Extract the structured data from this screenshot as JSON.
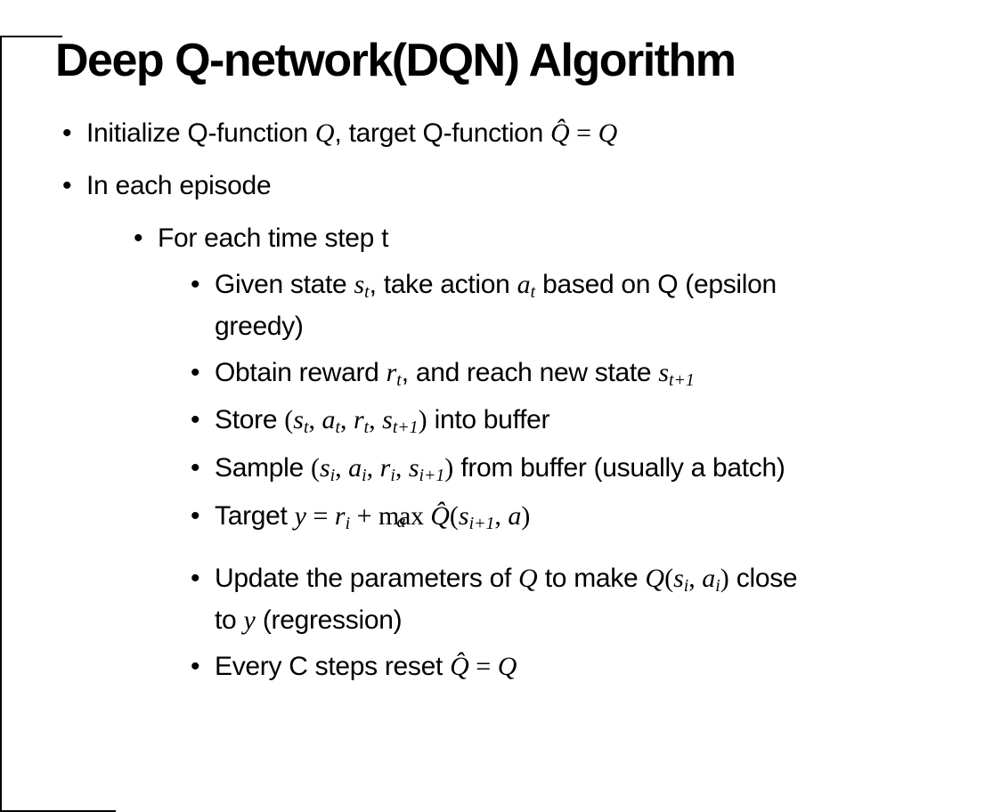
{
  "colors": {
    "background": "#ffffff",
    "text": "#000000",
    "border": "#000000"
  },
  "slide": {
    "title": "Deep Q-network(DQN) Algorithm",
    "bullets": [
      {
        "level": 1,
        "extra_gap": false,
        "segments": [
          {
            "s": "p",
            "t": "Initialize Q-function "
          },
          {
            "s": "m",
            "t": "Q"
          },
          {
            "s": "p",
            "t": ", target Q-function "
          },
          {
            "s": "m",
            "t": "Q̂"
          },
          {
            "s": "mr",
            "t": " = "
          },
          {
            "s": "m",
            "t": "Q"
          }
        ]
      },
      {
        "level": 1,
        "extra_gap": false,
        "segments": [
          {
            "s": "p",
            "t": "In each episode"
          }
        ]
      },
      {
        "level": 2,
        "extra_gap": false,
        "segments": [
          {
            "s": "p",
            "t": "For each time step t"
          }
        ]
      },
      {
        "level": 3,
        "extra_gap": false,
        "segments": [
          {
            "s": "p",
            "t": "Given state "
          },
          {
            "s": "m",
            "t": "s"
          },
          {
            "s": "ms",
            "t": "t"
          },
          {
            "s": "p",
            "t": ", take action "
          },
          {
            "s": "m",
            "t": "a"
          },
          {
            "s": "ms",
            "t": "t"
          },
          {
            "s": "p",
            "t": " based on Q (epsilon"
          },
          {
            "s": "br",
            "t": ""
          },
          {
            "s": "p",
            "t": "greedy)"
          }
        ]
      },
      {
        "level": 3,
        "extra_gap": false,
        "segments": [
          {
            "s": "p",
            "t": "Obtain reward "
          },
          {
            "s": "m",
            "t": "r"
          },
          {
            "s": "ms",
            "t": "t"
          },
          {
            "s": "p",
            "t": ", and reach new state "
          },
          {
            "s": "m",
            "t": "s"
          },
          {
            "s": "ms",
            "t": "t+1"
          }
        ]
      },
      {
        "level": 3,
        "extra_gap": false,
        "segments": [
          {
            "s": "p",
            "t": "Store "
          },
          {
            "s": "mr",
            "t": "("
          },
          {
            "s": "m",
            "t": "s"
          },
          {
            "s": "ms",
            "t": "t"
          },
          {
            "s": "mr",
            "t": ", "
          },
          {
            "s": "m",
            "t": "a"
          },
          {
            "s": "ms",
            "t": "t"
          },
          {
            "s": "mr",
            "t": ", "
          },
          {
            "s": "m",
            "t": "r"
          },
          {
            "s": "ms",
            "t": "t"
          },
          {
            "s": "mr",
            "t": ", "
          },
          {
            "s": "m",
            "t": "s"
          },
          {
            "s": "ms",
            "t": "t+1"
          },
          {
            "s": "mr",
            "t": ")"
          },
          {
            "s": "p",
            "t": " into buffer"
          }
        ]
      },
      {
        "level": 3,
        "extra_gap": false,
        "segments": [
          {
            "s": "p",
            "t": "Sample "
          },
          {
            "s": "mr",
            "t": "("
          },
          {
            "s": "m",
            "t": "s"
          },
          {
            "s": "ms",
            "t": "i"
          },
          {
            "s": "mr",
            "t": ", "
          },
          {
            "s": "m",
            "t": "a"
          },
          {
            "s": "ms",
            "t": "i"
          },
          {
            "s": "mr",
            "t": ", "
          },
          {
            "s": "m",
            "t": "r"
          },
          {
            "s": "ms",
            "t": "i"
          },
          {
            "s": "mr",
            "t": ", "
          },
          {
            "s": "m",
            "t": "s"
          },
          {
            "s": "ms",
            "t": "i+1"
          },
          {
            "s": "mr",
            "t": ")"
          },
          {
            "s": "p",
            "t": " from buffer (usually a batch)"
          }
        ]
      },
      {
        "level": 3,
        "extra_gap": true,
        "segments": [
          {
            "s": "p",
            "t": "Target "
          },
          {
            "s": "m",
            "t": "y"
          },
          {
            "s": "mr",
            "t": " = "
          },
          {
            "s": "m",
            "t": "r"
          },
          {
            "s": "ms",
            "t": "i"
          },
          {
            "s": "mr",
            "t": " + "
          },
          {
            "s": "max",
            "t": "max",
            "u": "a"
          },
          {
            "s": "mr",
            "t": " "
          },
          {
            "s": "m",
            "t": "Q̂"
          },
          {
            "s": "mr",
            "t": "("
          },
          {
            "s": "m",
            "t": "s"
          },
          {
            "s": "ms",
            "t": "i+1"
          },
          {
            "s": "mr",
            "t": ", "
          },
          {
            "s": "m",
            "t": "a"
          },
          {
            "s": "mr",
            "t": ")"
          }
        ]
      },
      {
        "level": 3,
        "extra_gap": false,
        "segments": [
          {
            "s": "p",
            "t": "Update the parameters of "
          },
          {
            "s": "m",
            "t": "Q"
          },
          {
            "s": "p",
            "t": " to make "
          },
          {
            "s": "m",
            "t": "Q"
          },
          {
            "s": "mr",
            "t": "("
          },
          {
            "s": "m",
            "t": "s"
          },
          {
            "s": "ms",
            "t": "i"
          },
          {
            "s": "mr",
            "t": ", "
          },
          {
            "s": "m",
            "t": "a"
          },
          {
            "s": "ms",
            "t": "i"
          },
          {
            "s": "mr",
            "t": ")"
          },
          {
            "s": "p",
            "t": " close"
          },
          {
            "s": "br",
            "t": ""
          },
          {
            "s": "p",
            "t": "to "
          },
          {
            "s": "m",
            "t": "y"
          },
          {
            "s": "p",
            "t": " (regression)"
          }
        ]
      },
      {
        "level": 3,
        "extra_gap": false,
        "segments": [
          {
            "s": "p",
            "t": "Every C steps reset "
          },
          {
            "s": "m",
            "t": "Q̂"
          },
          {
            "s": "mr",
            "t": " = "
          },
          {
            "s": "m",
            "t": "Q"
          }
        ]
      }
    ],
    "bullet_marker": "•"
  }
}
